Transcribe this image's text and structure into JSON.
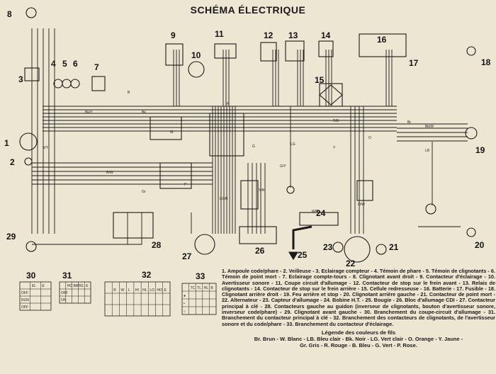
{
  "title": "SCHÉMA ÉLECTRIQUE",
  "component_numbers": [
    "1",
    "2",
    "3",
    "4",
    "5",
    "6",
    "7",
    "8",
    "9",
    "10",
    "11",
    "12",
    "13",
    "14",
    "15",
    "16",
    "17",
    "18",
    "19",
    "20",
    "21",
    "22",
    "23",
    "24",
    "25",
    "26",
    "27",
    "28",
    "29",
    "30",
    "31",
    "32",
    "33"
  ],
  "legend_text": "1. Ampoule code/phare - 2. Veilleuse - 3. Eclairage compteur - 4. Témoin de phare - 5. Témoin de clignotants - 6. Témoin de point mort - 7. Eclairage compte-tours - 8. Clignotant avant droit - 9. Contacteur d'éclairage - 10. Avertisseur sonore - 11. Coupe circuit d'allumage - 12. Contacteur de stop sur le frein avant - 13. Relais de clignotants - 14. Contacteur de stop sur le frein arrière - 15. Cellule redresseuse - 16. Batterie - 17. Fusible - 18. Clignotant arrière droit - 19. Feu arrière et stop - 20. Clignotant arrière gauche - 21. Contacteur de point mort - 22. Alternateur - 23. Capteur d'allumage - 24. Bobine H.T. - 25. Bougie - 26. Bloc d'allumage CDI - 27. Contacteur principal à clé - 28. Contacteurs gauche au guidon (inverseur de clignotants, bouton d'avertisseur sonore, inverseur code/phare) - 29. Clignotant avant gauche - 30. Branchement du coupe-circuit d'allumage - 31. Branchement du contacteur principal à clé - 32. Branchement des contacteurs de clignotants, de l'avertisseur sonore et du code/phare - 33. Branchement du contacteur d'éclairage.",
  "color_legend_title": "Légende des couleurs de fils",
  "color_legend_line1": "Br. Brun - W. Blanc - LB. Bleu clair - Bk. Noir - LG. Vert clair - O. Orange - Y. Jaune -",
  "color_legend_line2": "Gr. Gris - R. Rouge - B. Bleu - G. Vert - P. Rose.",
  "wire_codes": [
    "B",
    "Bk",
    "W",
    "R",
    "G",
    "LG",
    "Y",
    "O",
    "Br",
    "LB",
    "P",
    "Gr",
    "R/W",
    "B/Y",
    "G/Y",
    "W/B",
    "O/W",
    "Y/R",
    "Bk/W",
    "LG/R",
    "Bk/Y",
    "R/B"
  ],
  "table_30": {
    "headers": [
      "IG",
      "E"
    ],
    "rows": [
      "OFF",
      "RUN",
      "OFF"
    ]
  },
  "table_31": {
    "headers": [
      "HO",
      "BAT",
      "IG",
      "E"
    ],
    "rows": [
      "OFF",
      "ON"
    ]
  },
  "table_32": {
    "headers": [
      "R",
      "W",
      "L",
      "HI",
      "HL",
      "LO",
      "HO",
      "E"
    ]
  },
  "table_33": {
    "headers": [
      "TC",
      "TL",
      "HL",
      "B"
    ],
    "rows": [
      "●",
      "•",
      "○"
    ]
  },
  "colors": {
    "paper": "#ece6d2",
    "ink": "#1a1a1a"
  }
}
